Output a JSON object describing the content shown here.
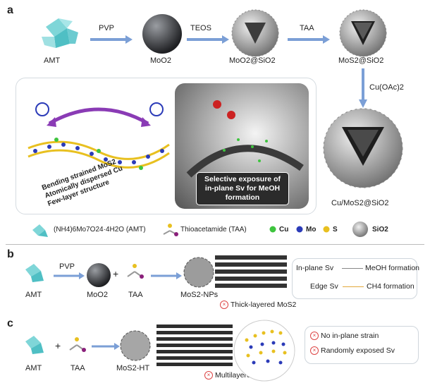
{
  "panels": {
    "a": "a",
    "b": "b",
    "c": "c"
  },
  "panel_a": {
    "amt_label": "AMT",
    "step1": "PVP",
    "moo2_label": "MoO2",
    "step2": "TEOS",
    "moo2sio2_label": "MoO2@SiO2",
    "step3": "TAA",
    "mos2sio2_label": "MoS2@SiO2",
    "step4": "Cu(OAc)2",
    "final_label": "Cu/MoS2@SiO2",
    "features": [
      "Bending strained MoS2",
      "Atomically dispersed Cu",
      "Few-layer structure"
    ],
    "callout": "Selective exposure of in-plane Sv for MeOH formation"
  },
  "legend": {
    "amt_formula": "(NH4)6Mo7O24·4H2O (AMT)",
    "taa": "Thioacetamide (TAA)",
    "cu": "Cu",
    "mo": "Mo",
    "s": "S",
    "sio2": "SiO2",
    "colors": {
      "cu": "#3ec43e",
      "mo": "#2b3bb8",
      "s": "#e8c020"
    }
  },
  "panel_b": {
    "amt": "AMT",
    "pvp": "PVP",
    "moo2": "MoO2",
    "plus": "+",
    "taa": "TAA",
    "product": "MoS2-NPs",
    "product_note": "Thick-layered MoS2",
    "inplane": "In-plane Sv",
    "meoh": "MeOH formation",
    "edge": "Edge Sv",
    "ch4": "CH4 formation"
  },
  "panel_c": {
    "amt": "AMT",
    "plus": "+",
    "taa": "TAA",
    "product": "MoS2-HT",
    "product_note": "Multilayered MoS2",
    "issue1": "No in-plane strain",
    "issue2": "Randomly exposed Sv"
  }
}
